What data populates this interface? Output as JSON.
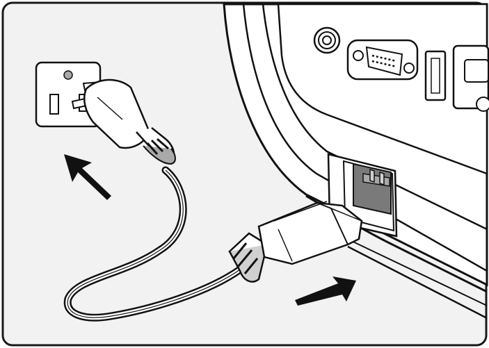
{
  "figure": {
    "frame_color": "#1a1a1a",
    "background_color": "#f2f2f2",
    "line_color": "#111111",
    "fill_white": "#ffffff",
    "fill_light_gray": "#d0d0d0",
    "fill_mid_gray": "#a9a9a9",
    "fill_dark_gray": "#7a7a7a"
  },
  "elements": {
    "wall_outlet": "wall-outlet",
    "power_plug": "nema-power-plug",
    "power_cord": "power-cord",
    "iec_connector": "iec-c13-connector",
    "projector_body": "projector-rear-panel",
    "power_socket": "ac-power-inlet",
    "arrow_plug": "arrow-up-left-icon",
    "arrow_connector": "arrow-up-right-icon"
  }
}
